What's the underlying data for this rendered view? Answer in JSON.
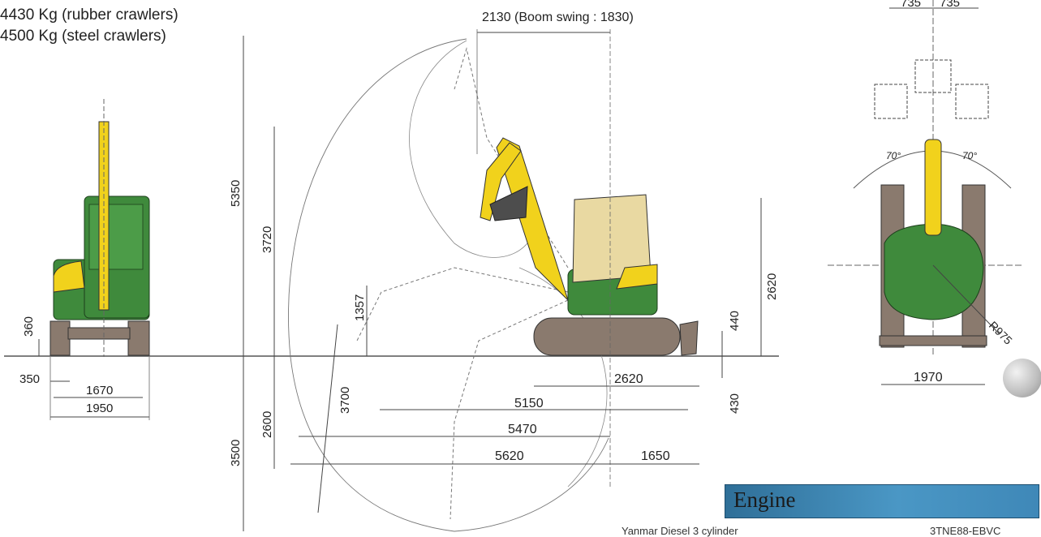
{
  "weights": {
    "rubber": "4430 Kg (rubber crawlers)",
    "steel": "4500 Kg (steel crawlers)"
  },
  "dimensions": {
    "boom_swing": "2130 (Boom swing : 1830)",
    "h_5350": "5350",
    "h_3720": "3720",
    "h_1357": "1357",
    "h_3700": "3700",
    "h_2620_right": "2620",
    "h_440": "440",
    "h_430": "430",
    "h_2600": "2600",
    "h_3500": "3500",
    "d_2620": "2620",
    "d_5150": "5150",
    "d_5470": "5470",
    "d_5620": "5620",
    "d_1650": "1650",
    "front_360": "360",
    "front_350": "350",
    "front_1670": "1670",
    "front_1950": "1950",
    "top_735a": "735",
    "top_735b": "735",
    "top_70_left": "70°",
    "top_70_right": "70°",
    "top_r975": "R975",
    "top_1970": "1970"
  },
  "engine": {
    "title": "Engine",
    "spec_label": "Yanmar Diesel 3 cylinder",
    "spec_value": "3TNE88-EBVC"
  },
  "colors": {
    "body_green": "#3f8a3c",
    "arm_yellow": "#f1d21c",
    "crawler_gray": "#8a7a6e",
    "engine_blue": "#3f88b8"
  }
}
